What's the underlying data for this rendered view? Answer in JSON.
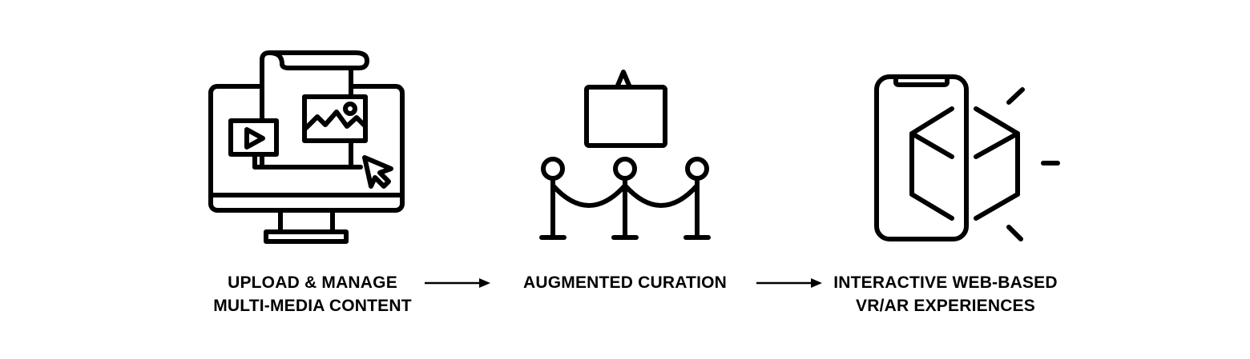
{
  "steps": [
    {
      "icon": "monitor-media-upload-icon",
      "line1": "UPLOAD & MANAGE",
      "line2": "MULTI-MEDIA CONTENT"
    },
    {
      "icon": "gallery-exhibit-icon",
      "line1": "AUGMENTED CURATION"
    },
    {
      "icon": "phone-ar-cube-icon",
      "line1": "INTERACTIVE WEB-BASED",
      "line2": "VR/AR EXPERIENCES"
    }
  ],
  "connectors": [
    "arrow-right-icon",
    "arrow-right-icon"
  ],
  "colors": {
    "ink": "#000000",
    "background": "#ffffff"
  }
}
